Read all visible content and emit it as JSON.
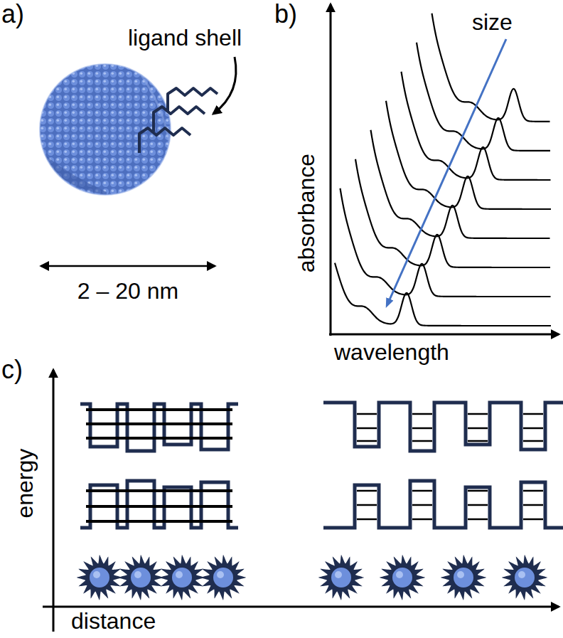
{
  "diagram": {
    "labels": [
      "a)",
      "ligand shell",
      "2 – 20 nm",
      "b)",
      "size",
      "absorbance",
      "wavelength",
      "c)",
      "energy",
      "distance"
    ]
  }
}
